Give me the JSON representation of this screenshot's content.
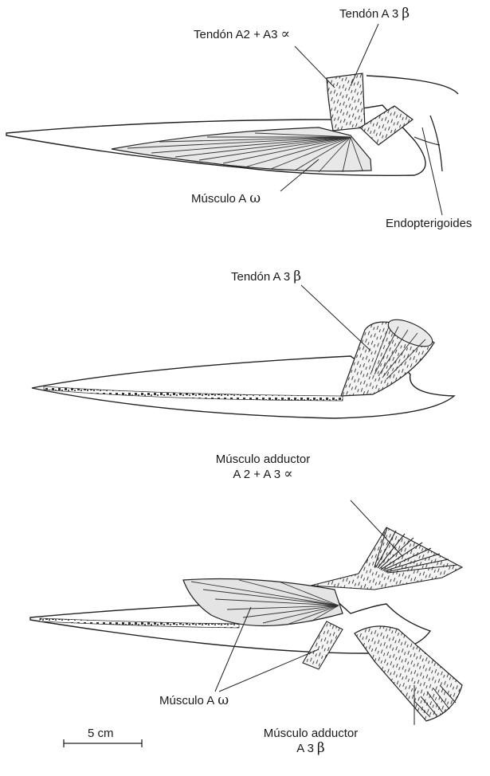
{
  "panel1": {
    "label_tendon_a2a3": {
      "text": "Tendón A2 + A3",
      "symbol": "∝"
    },
    "label_tendon_a3": {
      "text": "Tendón A 3",
      "symbol": "β"
    },
    "label_musculo_a": {
      "text": "Músculo A",
      "symbol": "ω"
    },
    "label_endopterigoides": {
      "text": "Endopterigoides"
    }
  },
  "panel2": {
    "label_tendon_a3": {
      "text": "Tendón A 3",
      "symbol": "β"
    }
  },
  "panel3": {
    "label_adductor_a2a3_line1": "Músculo adductor",
    "label_adductor_a2a3_line2": {
      "text": "A 2 + A 3",
      "symbol": "∝"
    },
    "label_musculo_a": {
      "text": "Músculo A",
      "symbol": "ω"
    },
    "label_adductor_a3_line1": "Músculo adductor",
    "label_adductor_a3_line2": {
      "text": "A 3",
      "symbol": "β"
    }
  },
  "scale_bar": {
    "label": "5 cm"
  }
}
